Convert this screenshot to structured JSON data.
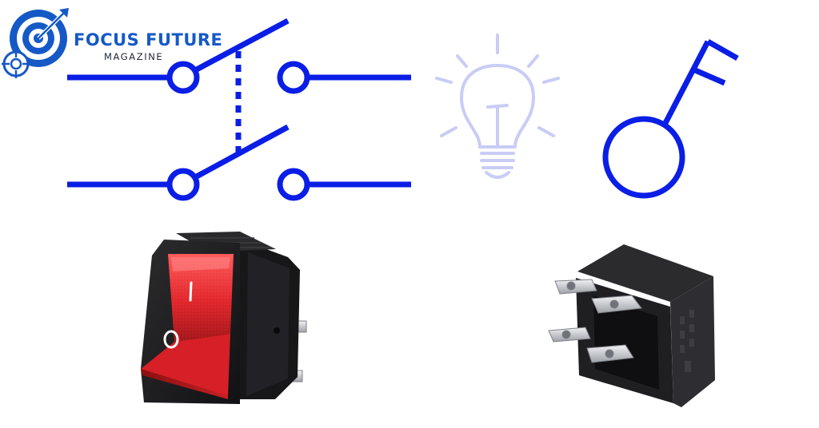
{
  "logo": {
    "title": "FOCUS FUTURE",
    "subtitle": "MAGAZINE",
    "icons": [
      "target-arrow-icon",
      "crosshair-icon"
    ]
  },
  "diagram": {
    "symbols": [
      "double-pole-single-throw-switch-symbol",
      "light-bulb-icon",
      "key-icon"
    ],
    "rocker_switch_front": {
      "top_mark": "I",
      "bottom_mark": "O"
    },
    "rocker_switch_back": {
      "terminal_count": 4
    }
  },
  "colors": {
    "brand_blue": "#1559c7",
    "line_blue": "#0a1ee6",
    "bulb_lavender": "#c9ccf5",
    "rocker_red": "#e0262b",
    "housing_black": "#1c1c1e",
    "terminal_silver": "#c9ccd1"
  }
}
